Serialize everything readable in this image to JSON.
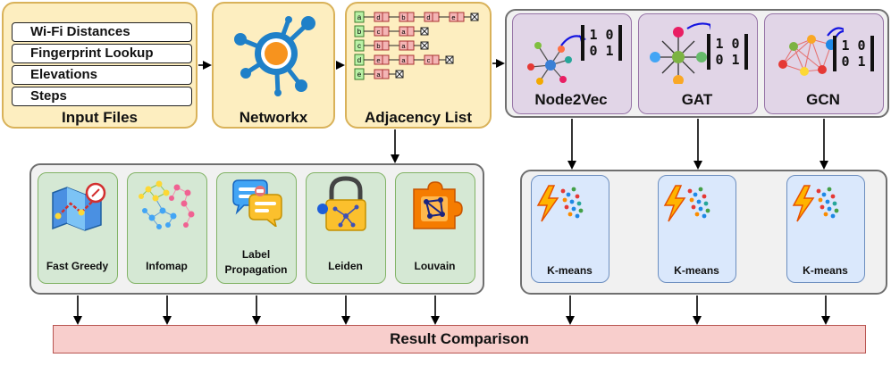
{
  "input_files": {
    "items": [
      "Wi-Fi Distances",
      "Fingerprint Lookup",
      "Elevations",
      "Steps"
    ],
    "label": "Input Files"
  },
  "networkx": {
    "label": "Networkx"
  },
  "adjacency_list": {
    "label": "Adjacency List",
    "rows": [
      {
        "head": "a",
        "nodes": [
          "d",
          "b",
          "d",
          "e"
        ]
      },
      {
        "head": "b",
        "nodes": [
          "c",
          "a"
        ]
      },
      {
        "head": "c",
        "nodes": [
          "b",
          "a"
        ]
      },
      {
        "head": "d",
        "nodes": [
          "e",
          "a",
          "c"
        ]
      },
      {
        "head": "e",
        "nodes": [
          "a"
        ]
      }
    ]
  },
  "embeddings": {
    "matrix_top": "1 0",
    "matrix_bottom": "0 1",
    "methods": [
      "Node2Vec",
      "GAT",
      "GCN"
    ]
  },
  "community_detection": {
    "methods": [
      "Fast Greedy",
      "Infomap",
      "Label\nPropagation",
      "Leiden",
      "Louvain"
    ]
  },
  "clustering": {
    "labels": [
      "K-means",
      "K-means",
      "K-means"
    ]
  },
  "result": {
    "label": "Result Comparison"
  },
  "colors": {
    "input_fill": "#fdeec0",
    "input_border": "#d9b25a",
    "community_fill": "#d5e8d4",
    "community_border": "#82b366",
    "kmeans_fill": "#dae8fc",
    "kmeans_border": "#6c8ebf",
    "embedding_fill": "#e1d5e7",
    "embedding_border": "#9673a6",
    "result_fill": "#f8cecc",
    "result_border": "#b85450",
    "networkx_orange": "#f7931e",
    "networkx_blue": "#1f80c8"
  }
}
